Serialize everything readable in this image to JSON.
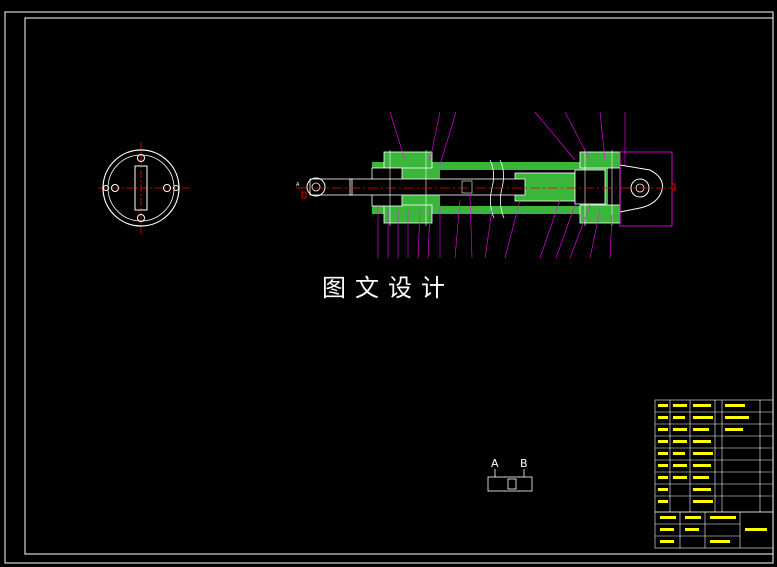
{
  "watermark": "图文设计",
  "symbol": {
    "port_a": "A",
    "port_b": "B"
  },
  "colors": {
    "background": "#000000",
    "frame": "#ffffff",
    "body_section": "#3ab73a",
    "outline": "#ffffff",
    "centerline": "#ff0000",
    "leader": "#ff00ff",
    "annotation": "#ffff00"
  },
  "drawing_content": {
    "views": [
      "end-view",
      "longitudinal-section"
    ],
    "notes_block_color": "yellow",
    "title_block_position": "bottom-right"
  }
}
